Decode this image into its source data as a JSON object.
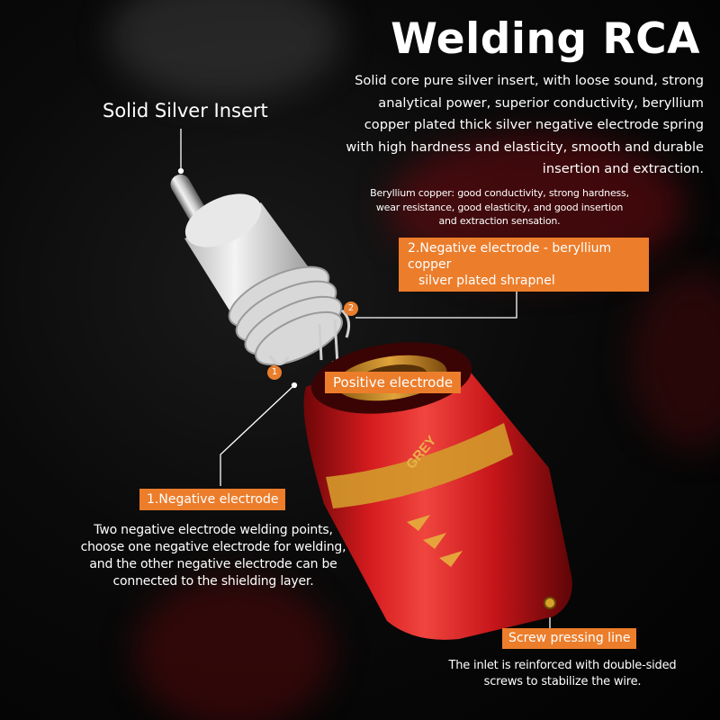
{
  "title": "Welding RCA",
  "description": "Solid core pure silver insert, with loose sound, strong analytical power, superior conductivity, beryllium copper plated thick silver negative electrode spring with high hardness and elasticity, smooth and durable insertion and extraction.",
  "description_lines": [
    "Solid core pure silver insert, with loose sound, strong",
    "analytical power, superior conductivity, beryllium",
    "copper plated thick silver negative electrode spring",
    "with high hardness and elasticity, smooth and durable",
    "insertion and extraction."
  ],
  "beryllium_note_lines": [
    "Beryllium copper: good conductivity, strong hardness,",
    "wear resistance, good elasticity, and good insertion",
    "and extraction sensation."
  ],
  "callouts": {
    "silver_insert": "Solid Silver Insert",
    "negative_electrode_2_lines": [
      "2.Negative electrode - beryllium copper",
      "silver plated shrapnel"
    ],
    "positive_electrode": "Positive electrode",
    "negative_electrode_1": "1.Negative electrode",
    "screw_pressing": "Screw pressing line"
  },
  "markers": {
    "one": "1",
    "two": "2"
  },
  "negative_note_lines": [
    "Two negative electrode welding points,",
    "choose one negative electrode for welding,",
    "and the other negative electrode can be",
    "connected to the shielding layer."
  ],
  "screw_note_lines": [
    "The inlet is reinforced with double-sided",
    "screws to stabilize the wire."
  ],
  "body_text": "GREY",
  "colors": {
    "accent": "#ec7d2b",
    "body_red": "#c8161a",
    "gold": "#d8a02a",
    "background": "#050505"
  }
}
